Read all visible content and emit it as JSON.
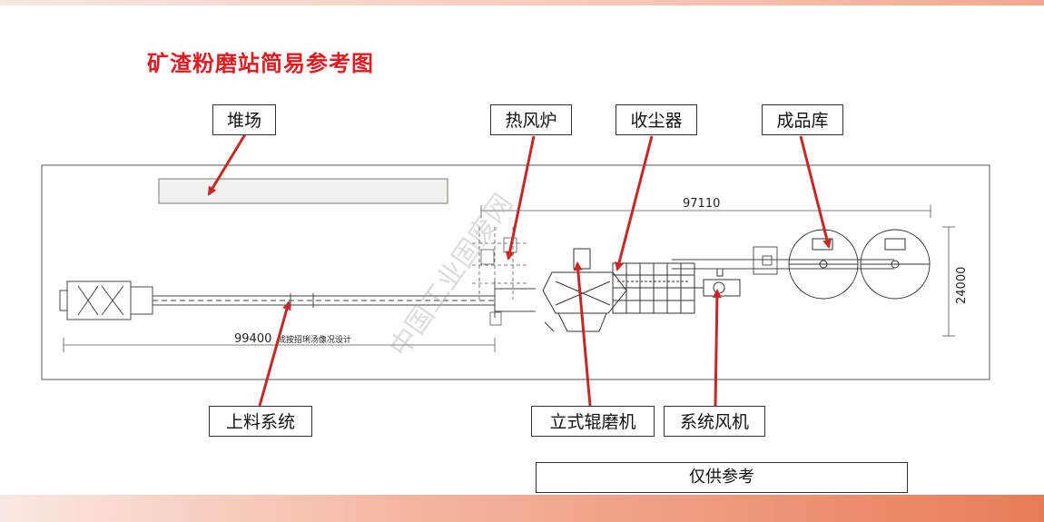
{
  "title": "矿渣粉磨站简易参考图",
  "labels": {
    "stockyard": "堆场",
    "hot_air_furnace": "热风炉",
    "dust_collector": "收尘器",
    "product_silo": "成品库",
    "feeding_system": "上料系统",
    "vertical_roller_mill": "立式辊磨机",
    "system_fan": "系统风机"
  },
  "note": "仅供参考",
  "dimensions": {
    "length_main": "97110",
    "length_feed": "99400",
    "width": "24000"
  },
  "drawing_caption": "成按招琍汤像况设计",
  "watermark": "中国工业固废网",
  "colors": {
    "title": "#e11b22",
    "arrow": "#c62828",
    "line": "#333333"
  }
}
